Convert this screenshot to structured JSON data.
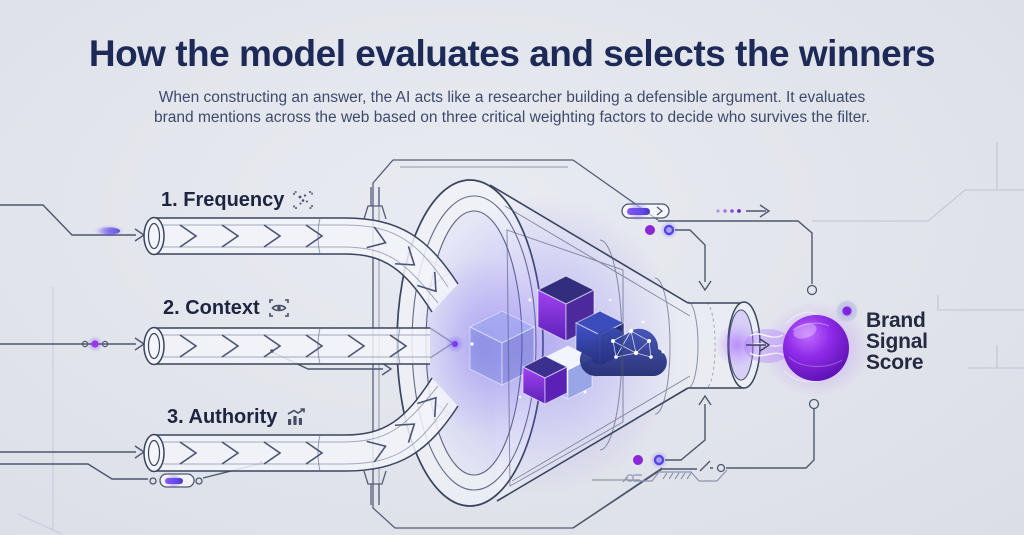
{
  "header": {
    "title": "How the model evaluates and selects the winners",
    "subtitle_line1": "When constructing an answer, the AI acts like a researcher building a defensible argument. It evaluates",
    "subtitle_line2": "brand mentions across the web based on three critical weighting factors to decide who survives the filter."
  },
  "inputs": [
    {
      "label": "1. Frequency",
      "icon": "frequency-icon"
    },
    {
      "label": "2. Context",
      "icon": "context-eye-icon"
    },
    {
      "label": "3. Authority",
      "icon": "authority-chart-icon"
    }
  ],
  "process": {
    "machine": "wireframe-funnel",
    "contents": [
      "data-cubes",
      "ai-neural-cloud"
    ]
  },
  "output": {
    "lines": [
      "Brand",
      "Signal",
      "Score"
    ],
    "shape": "purple-sphere"
  },
  "colors": {
    "background": "#e3e5ec",
    "title_navy": "#1d2956",
    "accent_purple": "#8b2fe8",
    "accent_indigo": "#4f46e5",
    "line_slate": "#4d576f"
  }
}
